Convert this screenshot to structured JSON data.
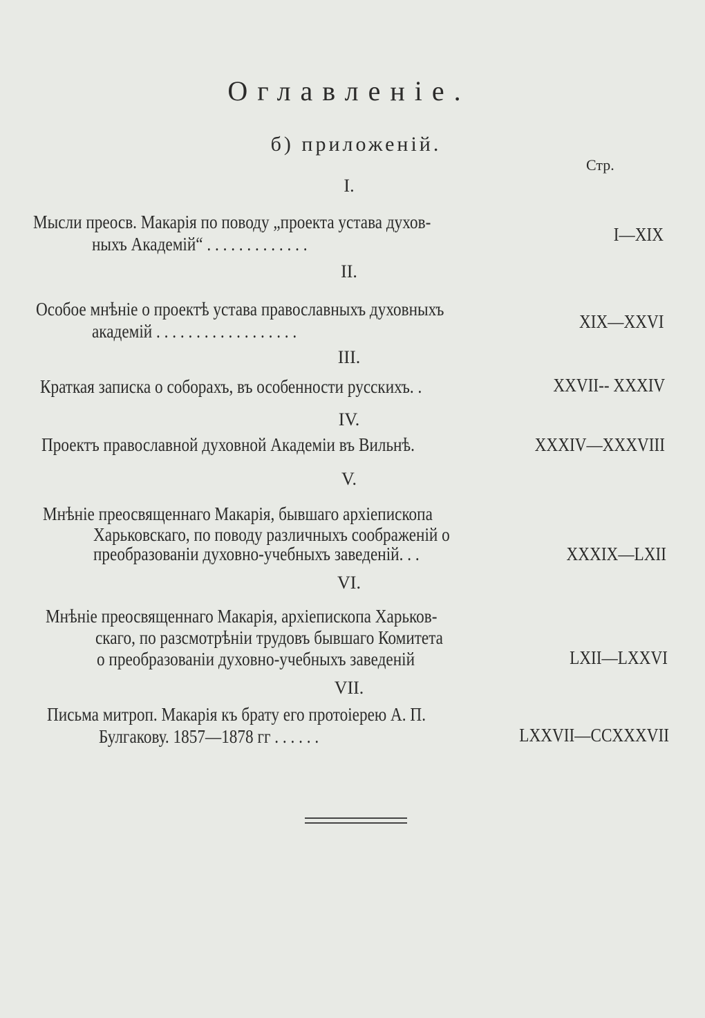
{
  "title": "Оглавленіе.",
  "subtitle": "б) приложеній.",
  "page_column_label": "Стр.",
  "sections": [
    {
      "numeral": "I.",
      "lines": [
        "Мысли преосв. Макарія по поводу „проекта устава духов-",
        "ныхъ Академій“ . . . . . . . . . . . . ."
      ],
      "pages": "I—XIX"
    },
    {
      "numeral": "II.",
      "lines": [
        "Особое мнѣніе о проектѣ устава православныхъ духовныхъ",
        "академій . . . . . . . . . . . . . . . . . ."
      ],
      "pages": "XIX—XXVI"
    },
    {
      "numeral": "III.",
      "lines": [
        "Краткая записка о соборахъ, въ особенности русскихъ. ."
      ],
      "pages": "XXVII-- XXXIV"
    },
    {
      "numeral": "IV.",
      "lines": [
        "Проектъ православной духовной Академіи въ Вильнѣ."
      ],
      "pages": "XXXIV—XXXVIII"
    },
    {
      "numeral": "V.",
      "lines": [
        "Мнѣніе преосвященнаго Макарія, бывшаго архіепископа",
        "Харьковскаго, по поводу различныхъ соображеній о",
        "преобразованіи духовно-учебныхъ заведеній. . ."
      ],
      "pages": "XXXIX—LXII"
    },
    {
      "numeral": "VI.",
      "lines": [
        "Мнѣніе преосвященнаго Макарія, архіепископа Харьков-",
        "скаго, по разсмотрѣніи трудовъ бывшаго Комитета",
        "о преобразованіи духовно-учебныхъ заведеній"
      ],
      "pages": "LXII—LXXVI"
    },
    {
      "numeral": "VII.",
      "lines": [
        "Письма митроп. Макарія къ брату его протоіерею А. П.",
        "Булгакову. 1857—1878 гг . . . . . ."
      ],
      "pages": "LXXVII—CCXXXVII"
    }
  ]
}
